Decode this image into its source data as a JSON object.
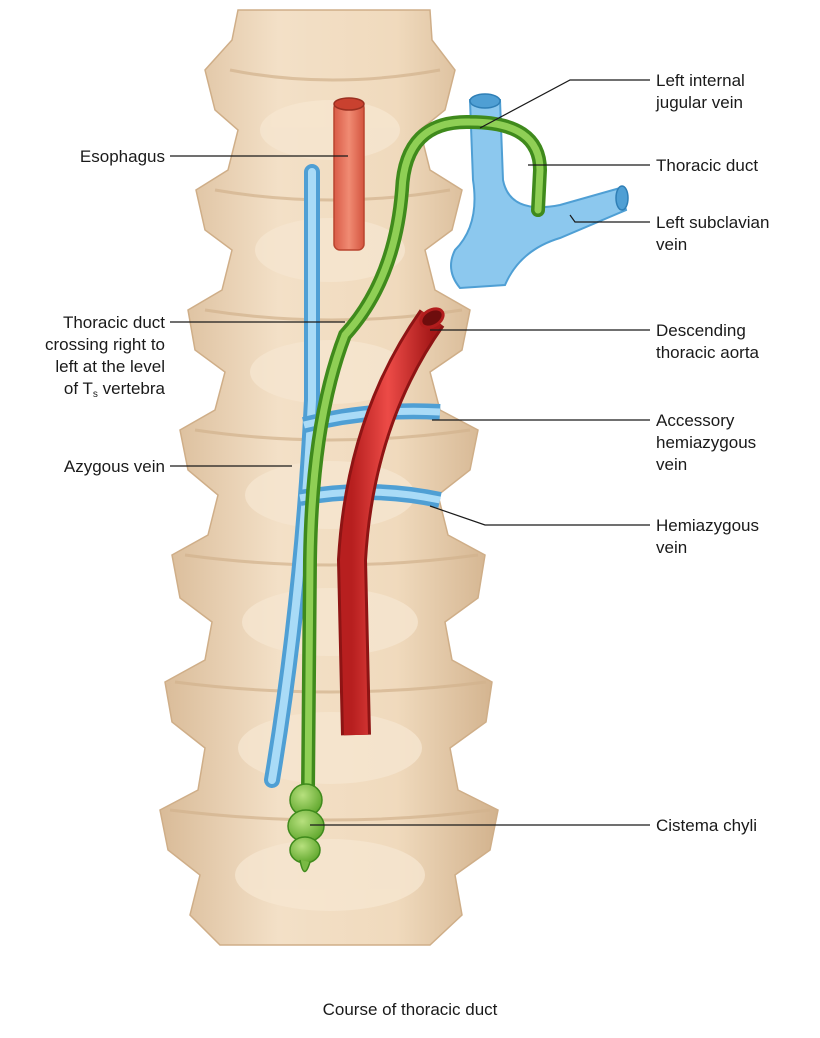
{
  "labels": {
    "esophagus": "Esophagus",
    "thoracic_duct_crossing": [
      "Thoracic duct",
      "crossing right to",
      "left at the level"
    ],
    "vertebra_prefix": "of T",
    "vertebra_subscript": "s",
    "vertebra_suffix": " vertebra",
    "azygous_vein": "Azygous vein",
    "left_internal_jugular_vein": [
      "Left internal",
      "jugular vein"
    ],
    "thoracic_duct": "Thoracic duct",
    "left_subclavian_vein": [
      "Left subclavian",
      "vein"
    ],
    "descending_thoracic_aorta": [
      "Descending",
      "thoracic aorta"
    ],
    "accessory_hemiazygous_vein": [
      "Accessory",
      "hemiazygous",
      "vein"
    ],
    "hemiazygous_vein": [
      "Hemiazygous",
      "vein"
    ],
    "cistema_chyli": "Cistema chyli"
  },
  "caption": "Course of thoracic duct",
  "colors": {
    "bone": "#efd9bd",
    "bone_shadow": "#d7b894",
    "vein_blue": "#8cc8ee",
    "vein_blue_dark": "#4f9fd4",
    "duct_green": "#76b83a",
    "duct_green_dark": "#3f8a1c",
    "aorta_red": "#d9302f",
    "aorta_red_dark": "#8e1414",
    "esophagus": "#e8765e",
    "leader_line": "#1a1a1a"
  }
}
